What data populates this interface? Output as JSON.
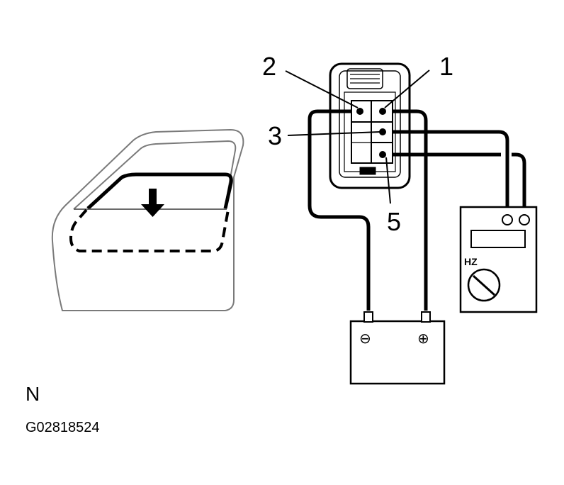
{
  "labels": {
    "pin2": "2",
    "pin1": "1",
    "pin3": "3",
    "pin5": "5",
    "meter_unit": "HZ",
    "battery_negative": "⊖",
    "battery_positive": "⊕",
    "view_letter": "N",
    "figure_code": "G02818524"
  },
  "colors": {
    "ink": "#000000",
    "paper": "#ffffff",
    "door_outline": "#7a7a7a"
  },
  "icons": {
    "window_direction": "arrow-down-icon",
    "meter_dial": "rotary-knob-icon"
  }
}
